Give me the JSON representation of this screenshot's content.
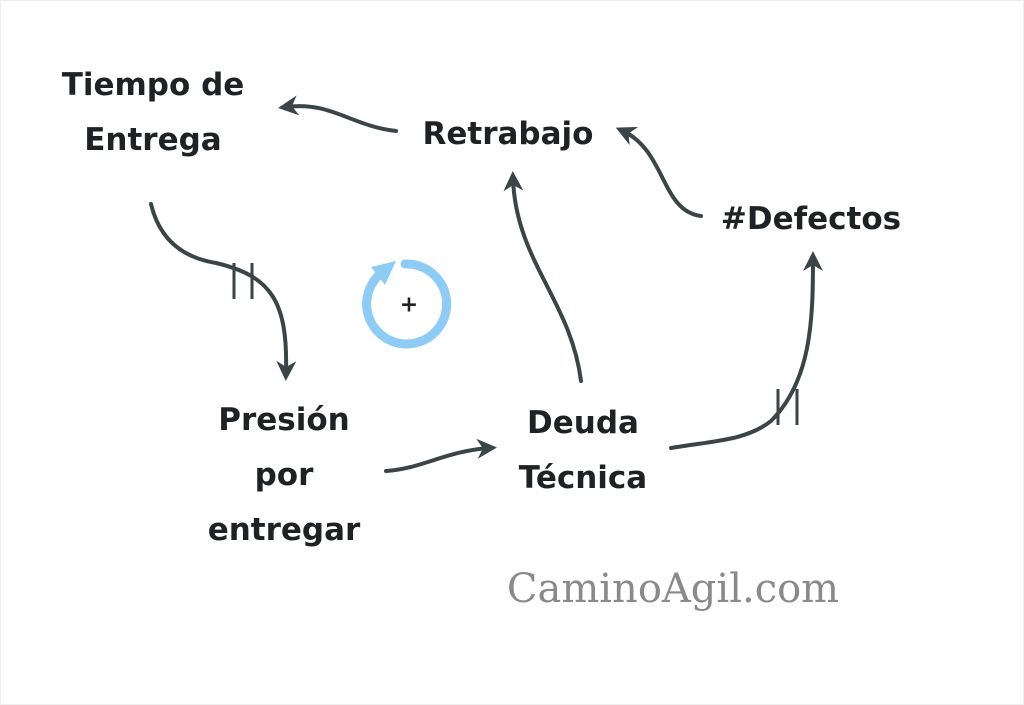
{
  "nodes": {
    "tiempo_line1": "Tiempo de",
    "tiempo_line2": "Entrega",
    "retrabajo": "Retrabajo",
    "defectos": "#Defectos",
    "presion_line1": "Presión",
    "presion_line2": "por",
    "presion_line3": "entregar",
    "deuda_line1": "Deuda",
    "deuda_line2": "Técnica"
  },
  "loop": {
    "polarity": "+",
    "color": "#8ecbf5"
  },
  "arrow_color": "#3a4548",
  "watermark": "CaminoAgil.com"
}
